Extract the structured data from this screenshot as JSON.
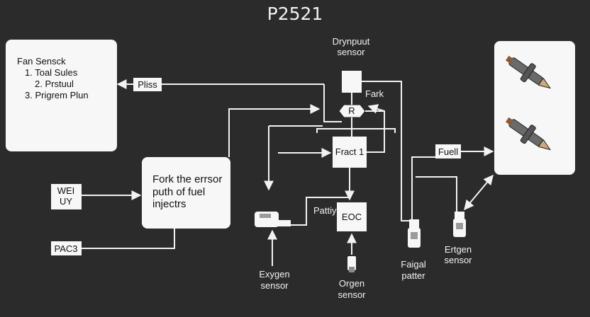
{
  "title": "P2521",
  "info_box": {
    "heading": "Fan Sensck",
    "items": [
      "1. Toal Sules",
      "2. Prstuul",
      "3. Prigrem Plun"
    ]
  },
  "labels": {
    "pliss": "Pliss",
    "drynpuut": "Drynpuut",
    "sensor_top": "sensor",
    "fark": "Fark",
    "fark_inner": "R",
    "fract": "Fract 1",
    "fork_line1": "Fork the errsor",
    "fork_line2": "puth of fuel",
    "fork_line3": "injectrs",
    "wei": "WEI",
    "uv": "UY",
    "pacs": "PAC3",
    "pattiy": "Pattiy",
    "eoc": "EOC",
    "exygen": "Exygen",
    "exygen_sensor": "sensor",
    "orgen": "Orgen",
    "orgen_sensor": "sensor",
    "faigal": "Faigal",
    "patter": "patter",
    "ertgen": "Ertgen",
    "ertgen_sensor": "sensor",
    "fuell": "Fuell"
  },
  "colors": {
    "background": "#2b2b2b",
    "foreground": "#f2f2f2",
    "box": "#f7f7f7"
  }
}
